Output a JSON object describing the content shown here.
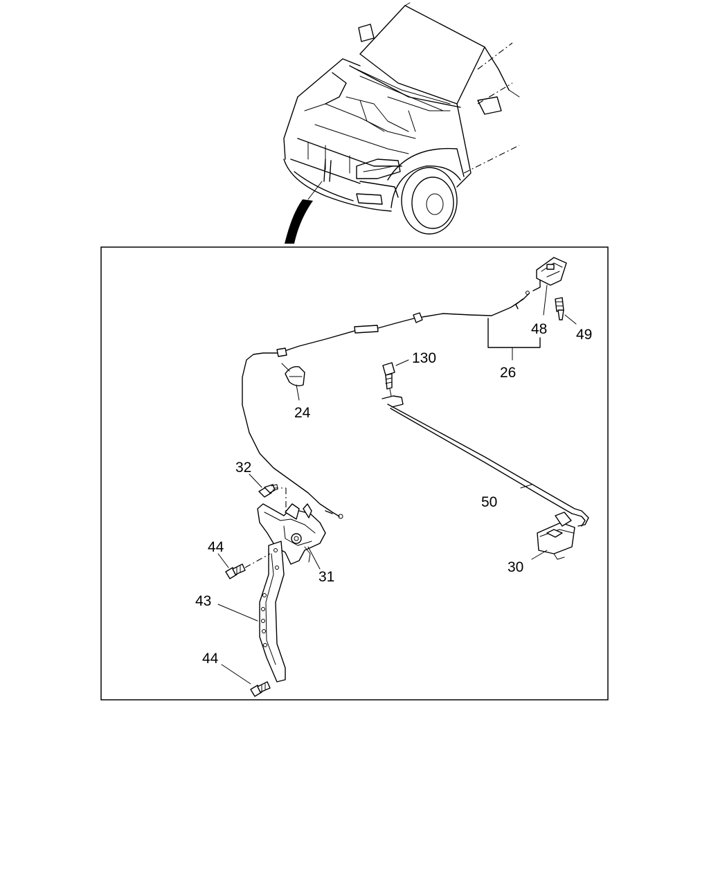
{
  "callouts": {
    "c24": "24",
    "c26": "26",
    "c30": "30",
    "c31": "31",
    "c32": "32",
    "c43": "43",
    "c44a": "44",
    "c44b": "44",
    "c48": "48",
    "c49": "49",
    "c50": "50",
    "c130": "130"
  }
}
